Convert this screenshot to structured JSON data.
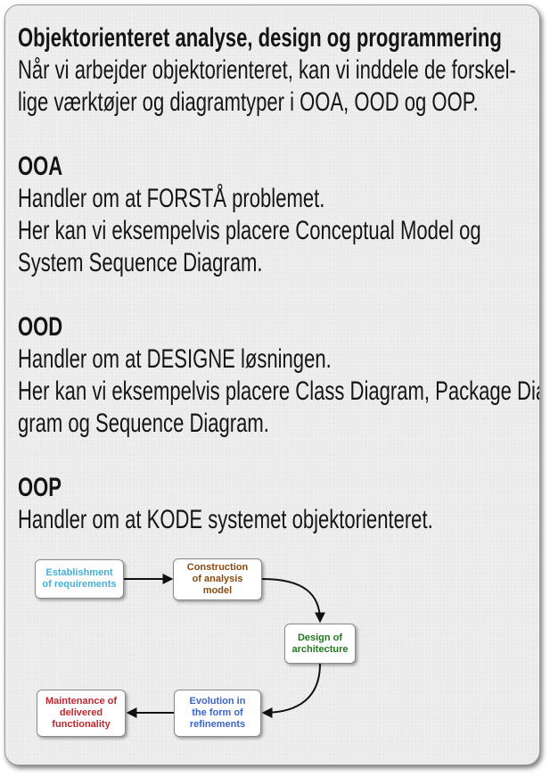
{
  "document": {
    "title": "Objektorienteret analyse, design og programmering",
    "intro_lines": [
      "Når vi arbejder objektorienteret, kan vi inddele de forskel-",
      "lige værktøjer og diagramtyper i OOA, OOD og OOP."
    ],
    "sections": [
      {
        "heading": "OOA",
        "lines": [
          "Handler om at FORSTÅ problemet.",
          "Her kan vi eksempelvis placere Conceptual Model og",
          "System Sequence Diagram."
        ]
      },
      {
        "heading": "OOD",
        "lines": [
          "Handler om at DESIGNE løsningen.",
          "Her kan vi eksempelvis placere Class Diagram, Package Dia-",
          "gram og Sequence Diagram."
        ]
      },
      {
        "heading": "OOP",
        "lines": [
          "Handler om at KODE systemet objektorienteret."
        ]
      }
    ]
  },
  "diagram": {
    "steps": [
      {
        "lines": [
          "Establishment",
          "of requirements"
        ],
        "color": "#45b0d8"
      },
      {
        "lines": [
          "Construction",
          "of analysis",
          "model"
        ],
        "color": "#8a4a12"
      },
      {
        "lines": [
          "Design of",
          "architecture"
        ],
        "color": "#1f7a1f"
      },
      {
        "lines": [
          "Evolution in",
          "the form of",
          "refinements"
        ],
        "color": "#3a64cc"
      },
      {
        "lines": [
          "Maintenance of",
          "delivered",
          "functionality"
        ],
        "color": "#c0272d"
      }
    ],
    "arrow_color": "#111111"
  },
  "colors": {
    "card_background": "#ebebeb",
    "text": "#151515"
  }
}
